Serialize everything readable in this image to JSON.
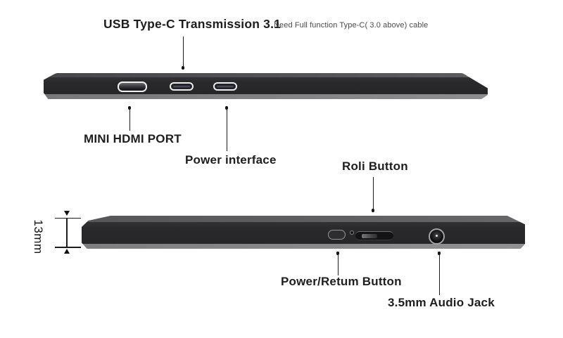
{
  "colors": {
    "background": "#ffffff",
    "text": "#1e1e1e",
    "note_text": "#4a4a4a",
    "device_body": "#29292b",
    "device_top_face": "#5d5d61",
    "device_bottom_strip": "#8d8d91",
    "callout_line": "#1b1b1b",
    "port_outline": "#f0f0f1"
  },
  "top_view": {
    "title": "USB Type-C Transmission 3.1",
    "note": "Need Full function Type-C( 3.0 above) cable",
    "labels": {
      "hdmi": "MINI HDMI PORT",
      "power_interface": "Power interface"
    },
    "features": [
      "mini-hdmi-port",
      "usb-type-c-port",
      "usb-type-c-port"
    ]
  },
  "bottom_view": {
    "labels": {
      "roli": "Roli Button",
      "power_return": "Power/Retum Button",
      "audio_jack": "3.5mm Audio Jack"
    },
    "dimension": "13mm",
    "features": [
      "power-button",
      "indicator-led",
      "roli-slider-button",
      "audio-jack"
    ]
  }
}
